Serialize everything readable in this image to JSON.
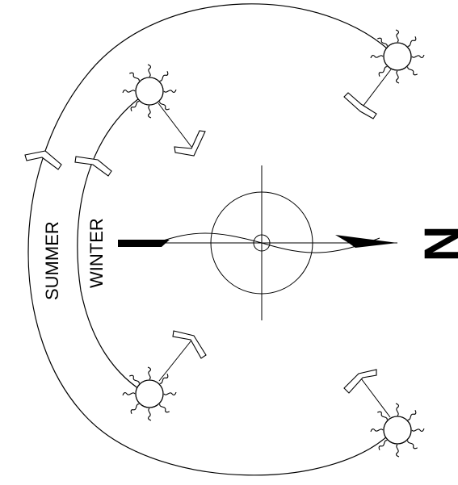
{
  "diagram": {
    "north_label": "N",
    "summer_label": "SUMMER",
    "winter_label": "WINTER"
  },
  "icons": {
    "sun": "sun-icon",
    "arrow": "open-arrowhead-icon",
    "compass": "compass-rose-icon"
  },
  "colors": {
    "ink": "#000000",
    "background": "#ffffff"
  }
}
